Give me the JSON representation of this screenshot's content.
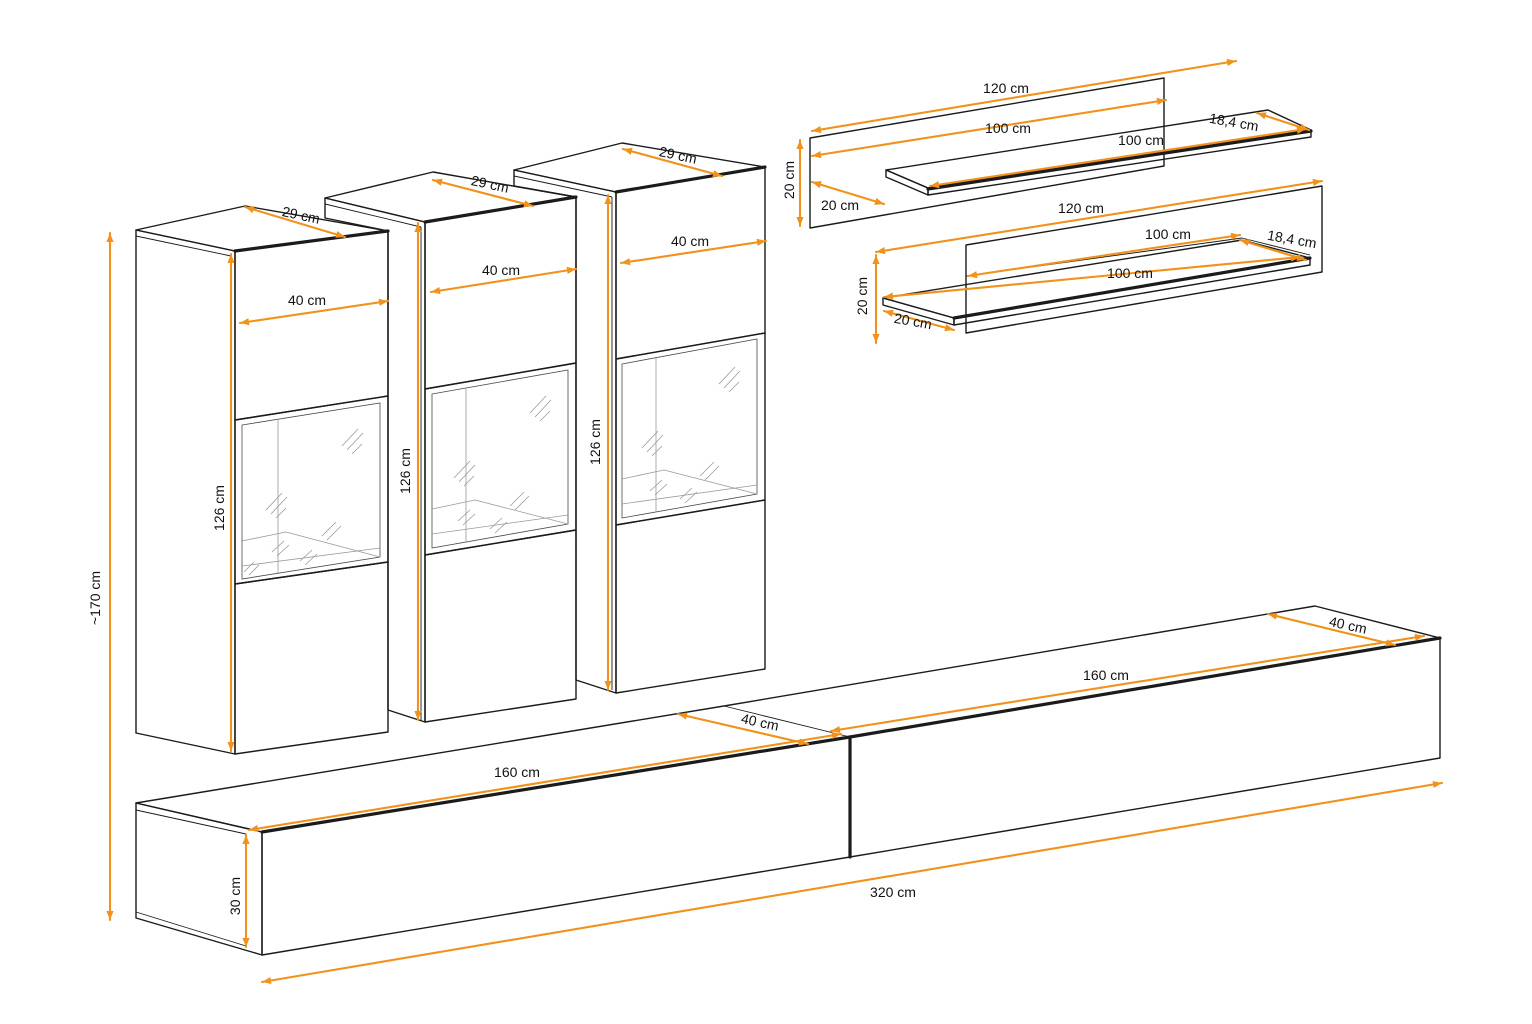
{
  "colors": {
    "dimension_line": "#f0921b",
    "outline": "#1b1b1b",
    "background": "#ffffff"
  },
  "dimensions": {
    "cab_left_depth": "29 cm",
    "cab_left_width": "40 cm",
    "cab_left_height": "126 cm",
    "cab_mid_depth": "29 cm",
    "cab_mid_width": "40 cm",
    "cab_mid_height": "126 cm",
    "cab_right_depth": "29 cm",
    "cab_right_width": "40 cm",
    "cab_right_height": "126 cm",
    "overall_height": "~170 cm",
    "shelf_top_panel_width": "120 cm",
    "shelf_top_panel_height": "20 cm",
    "shelf_top_panel_depth": "20 cm",
    "shelf_top_board_back": "100 cm",
    "shelf_top_board_front": "100 cm",
    "shelf_top_board_depth": "18,4 cm",
    "shelf_bottom_panel_width": "120 cm",
    "shelf_bottom_board_back": "100 cm",
    "shelf_bottom_board_front": "100 cm",
    "shelf_bottom_board_depth": "18,4 cm",
    "shelf_bottom_height": "20 cm",
    "shelf_bottom_depth": "20 cm",
    "lowboard_left_width": "160 cm",
    "lowboard_left_depth": "40 cm",
    "lowboard_height": "30 cm",
    "lowboard_right_width": "160 cm",
    "lowboard_right_depth": "40 cm",
    "total_width": "320 cm"
  }
}
